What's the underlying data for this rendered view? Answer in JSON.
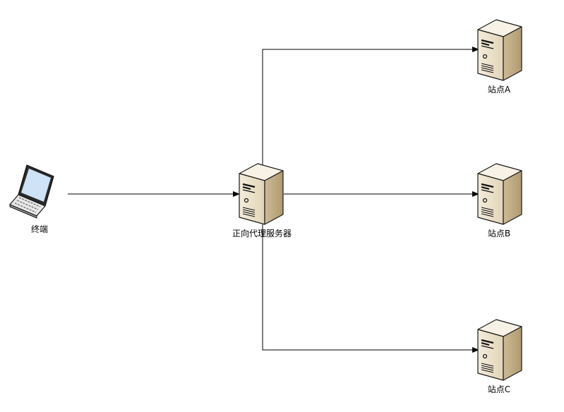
{
  "nodes": {
    "terminal": {
      "label": "终端",
      "icon": "laptop-icon"
    },
    "proxy": {
      "label": "正向代理服务器",
      "icon": "server-icon"
    },
    "site_a": {
      "label": "站点A",
      "icon": "server-icon"
    },
    "site_b": {
      "label": "站点B",
      "icon": "server-icon"
    },
    "site_c": {
      "label": "站点C",
      "icon": "server-icon"
    }
  },
  "edges": [
    {
      "from": "terminal",
      "to": "proxy"
    },
    {
      "from": "proxy",
      "to": "site_a"
    },
    {
      "from": "proxy",
      "to": "site_b"
    },
    {
      "from": "proxy",
      "to": "site_c"
    }
  ],
  "colors": {
    "line": "#000000",
    "server_face": "#efe6d3",
    "server_side": "#c9b894",
    "server_top": "#f7f1e4",
    "laptop_screen": "#cfe3f7",
    "outline": "#1a1a1a"
  }
}
